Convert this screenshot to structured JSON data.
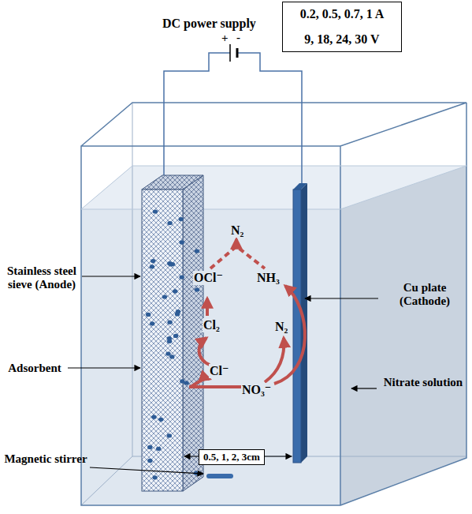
{
  "diagram": {
    "nodes": [
      {
        "text": [
          "0.2, 0.5, 0.7, 1 A",
          "9, 18, 24, 30 V"
        ]
      },
      {
        "text": [
          "0.5, 1, 2, 3cm"
        ]
      }
    ],
    "labels": [
      "DC power supply",
      "+",
      "-",
      "N₂",
      "OCl⁻",
      "NH₃",
      "Cl₂",
      "N₂",
      "Cl⁻",
      "NO₃⁻",
      "Stainless steel sieve (Anode)",
      "Adsorbent",
      "Cu plate (Cathode)",
      "Nitrate solution",
      "Magnetic stirrer"
    ]
  }
}
